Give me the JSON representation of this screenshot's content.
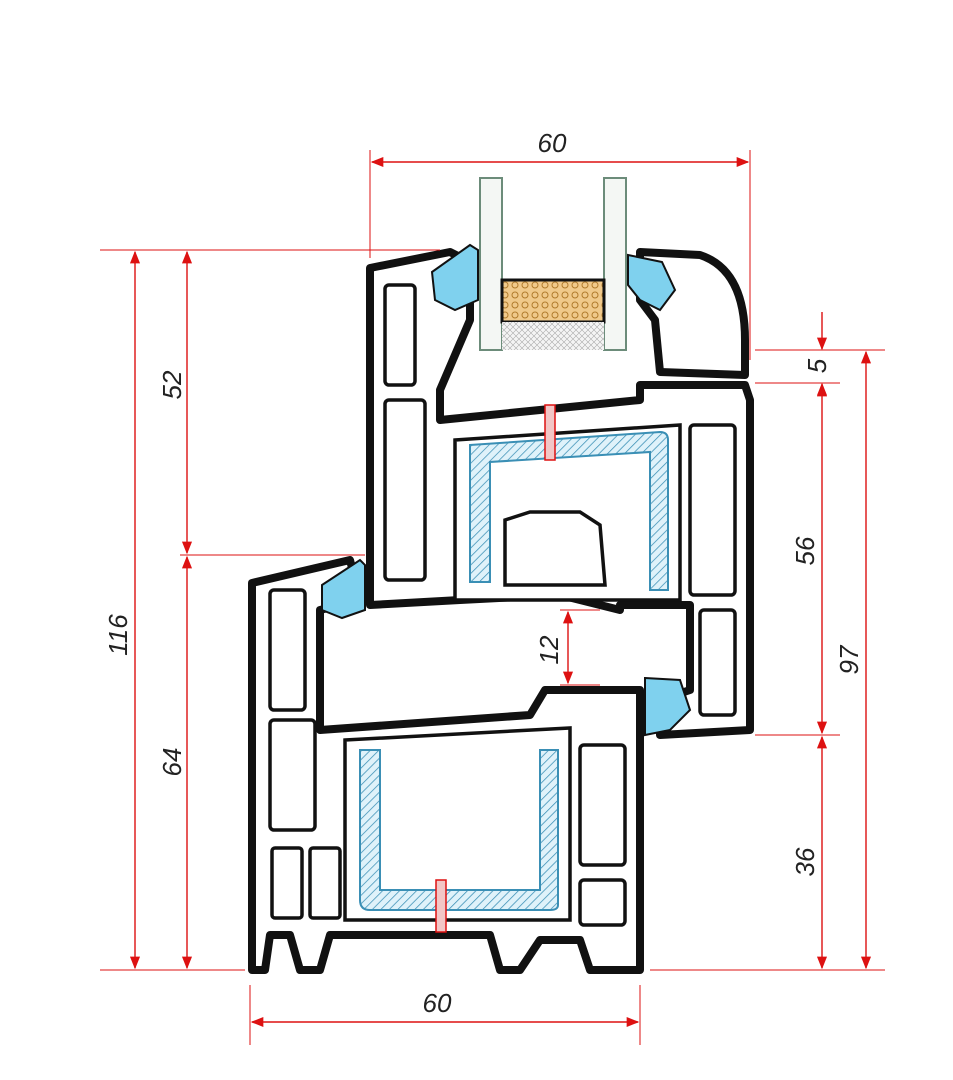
{
  "dimensions": {
    "sash_width": "60",
    "frame_width": "60",
    "total_height": "116",
    "sash_upper": "52",
    "frame_lower": "64",
    "glass_offset": "5",
    "sash_height": "56",
    "overlap": "12",
    "right_total": "97",
    "right_lower": "36"
  },
  "colors": {
    "dimension": "#dd1111",
    "gasket": "#7fd1ee",
    "steel": "#3a8fb5",
    "spacer": "#e9b56a",
    "profile": "#111111"
  }
}
